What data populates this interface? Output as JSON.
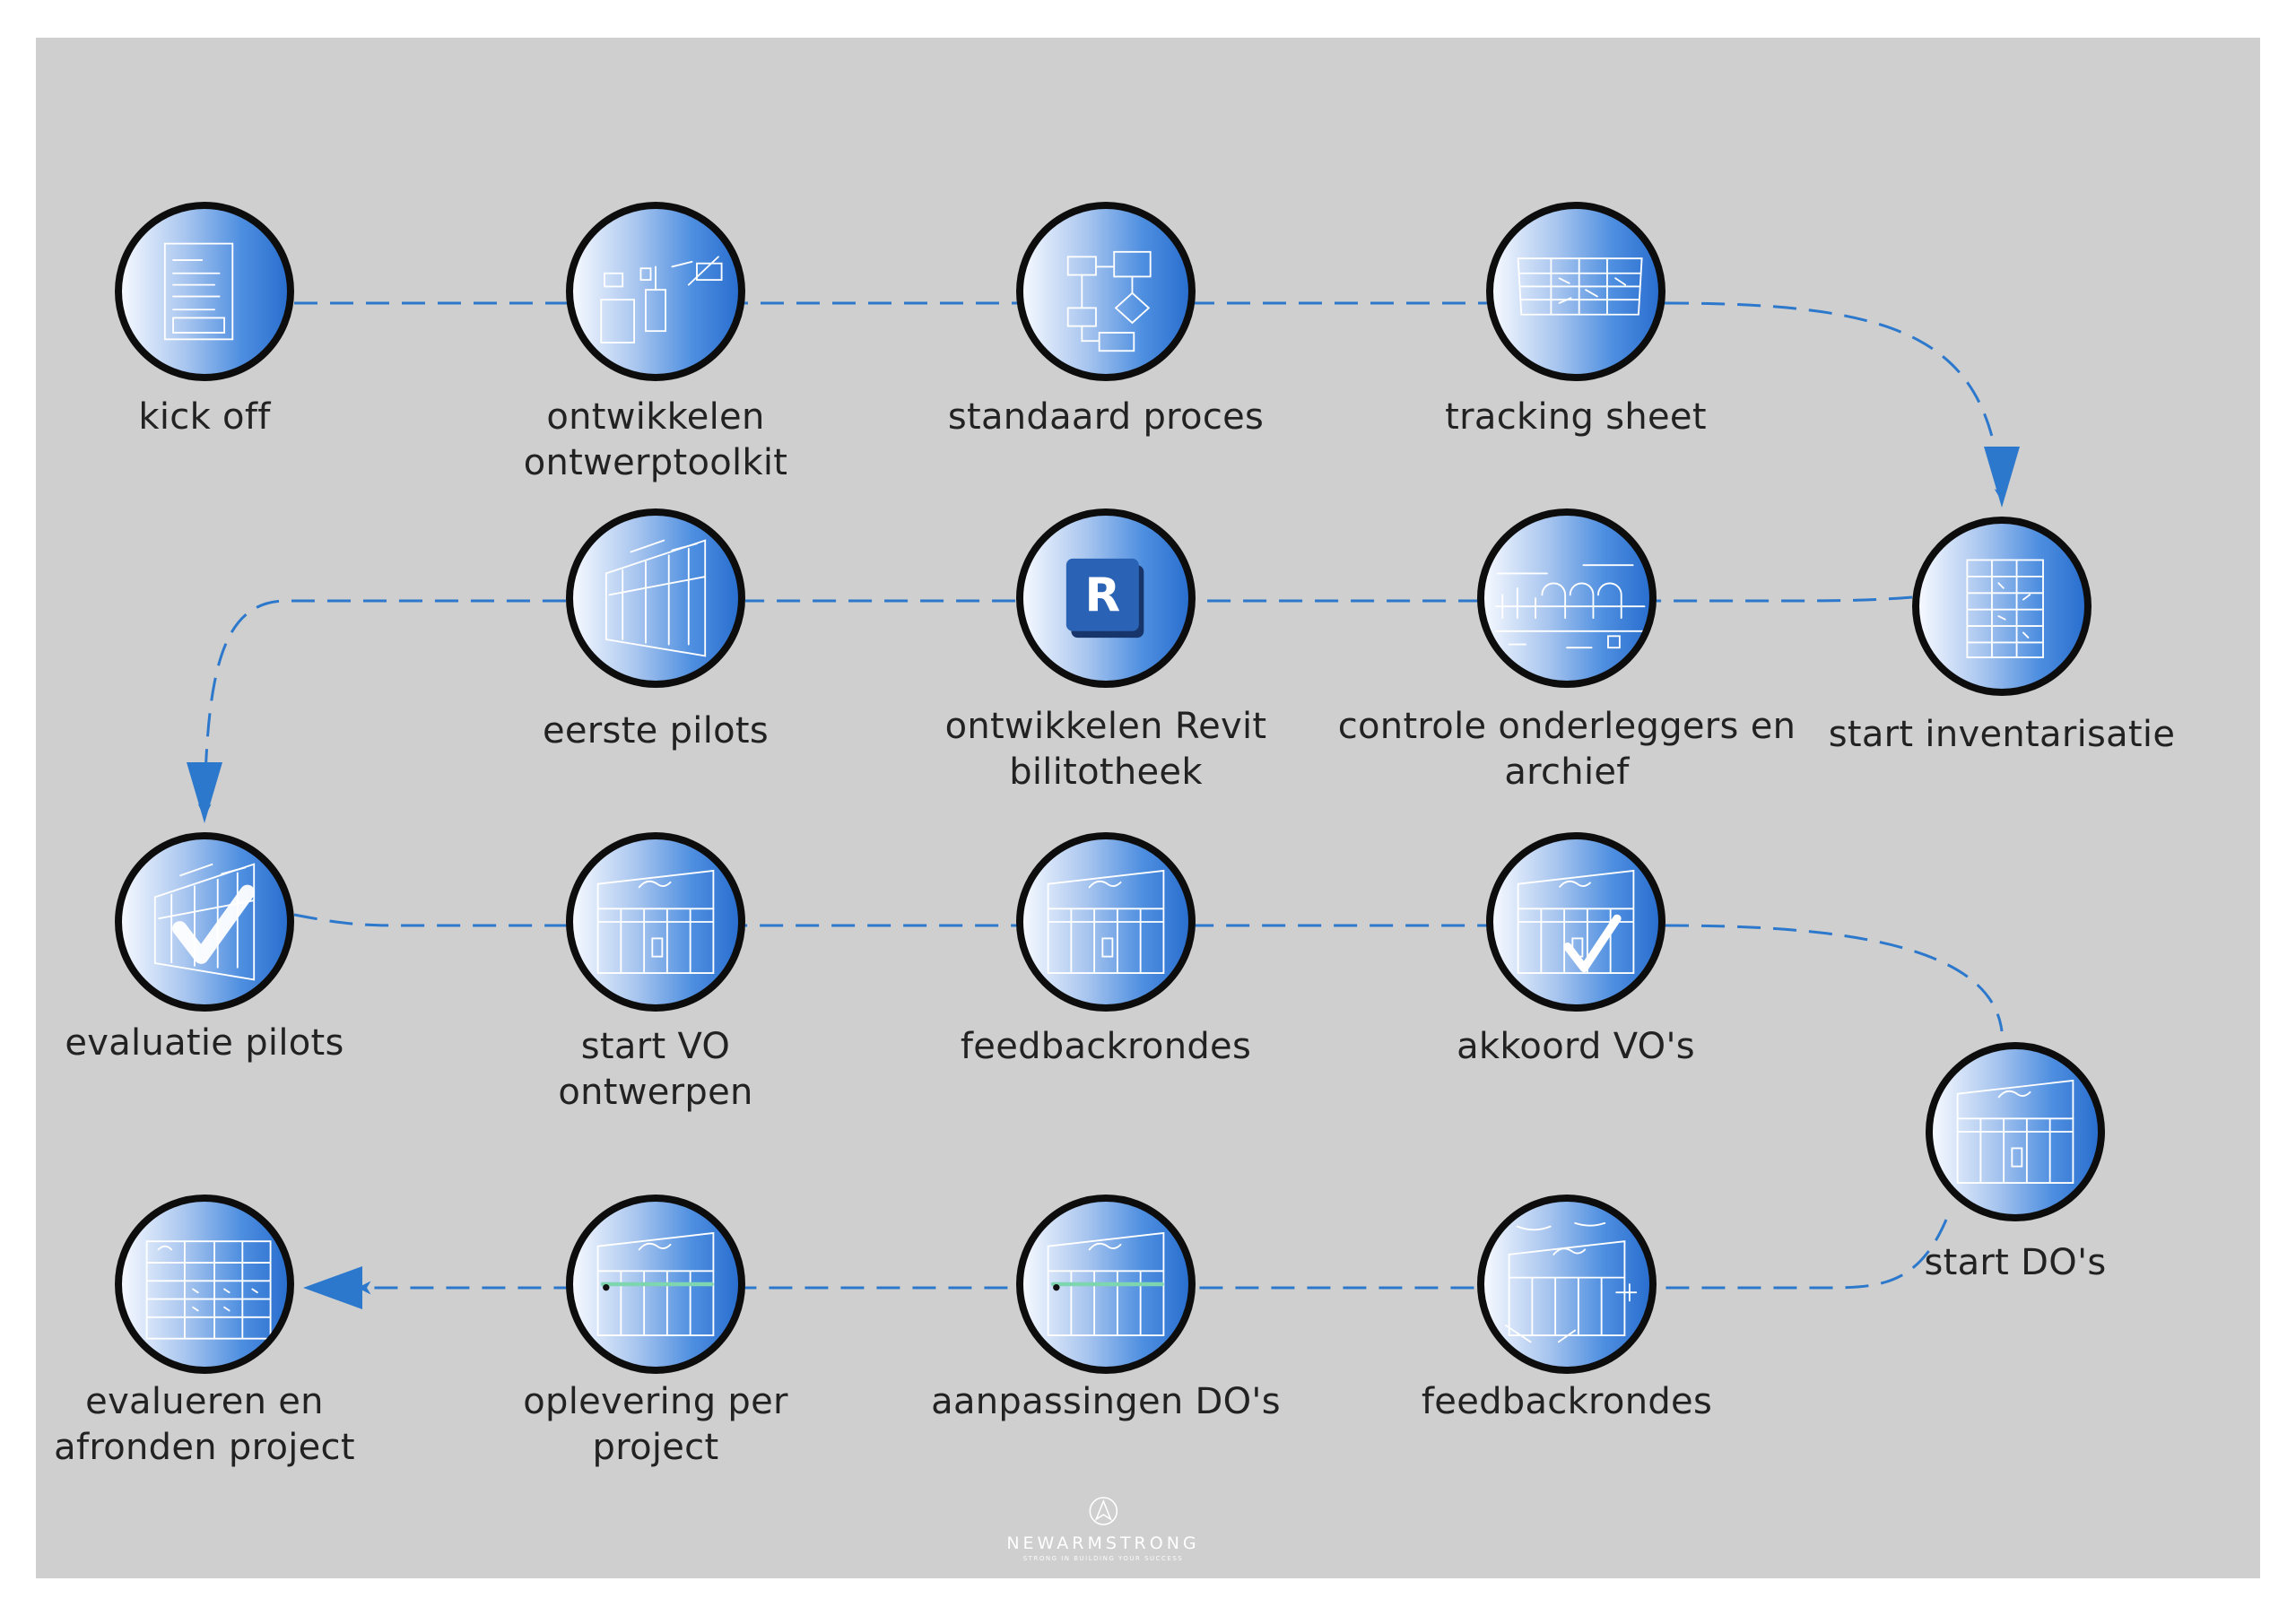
{
  "brand": {
    "name": "NEWARMSTRONG",
    "tagline": "STRONG IN BUILDING YOUR SUCCESS"
  },
  "colors": {
    "connector": "#2c78cc",
    "board": "#cfcfcf",
    "ring": "#0d0d0d"
  },
  "steps": [
    {
      "id": "kick-off",
      "lines": [
        "kick off"
      ],
      "icon": "document-sketch-icon"
    },
    {
      "id": "ontwikkelen-ontwerptoolkit",
      "lines": [
        "ontwikkelen",
        "ontwerptoolkit"
      ],
      "icon": "toolkit-sketch-icon"
    },
    {
      "id": "standaard-proces",
      "lines": [
        "standaard proces"
      ],
      "icon": "flowchart-sketch-icon"
    },
    {
      "id": "tracking-sheet",
      "lines": [
        "tracking sheet"
      ],
      "icon": "spreadsheet-sketch-icon"
    },
    {
      "id": "start-inventarisatie",
      "lines": [
        "start inventarisatie"
      ],
      "icon": "checklist-sketch-icon"
    },
    {
      "id": "controle-onderleggers",
      "lines": [
        "controle onderleggers en",
        "archief"
      ],
      "icon": "blueprint-sketch-icon"
    },
    {
      "id": "ontwikkelen-revit",
      "lines": [
        "ontwikkelen Revit",
        "bilitotheek"
      ],
      "icon": "revit-icon",
      "icon_text": "R"
    },
    {
      "id": "eerste-pilots",
      "lines": [
        "eerste pilots"
      ],
      "icon": "facade-perspective-sketch-icon"
    },
    {
      "id": "evaluatie-pilots",
      "lines": [
        "evaluatie pilots"
      ],
      "icon": "facade-checkmark-icon"
    },
    {
      "id": "start-vo",
      "lines": [
        "start VO",
        "ontwerpen"
      ],
      "icon": "storefront-sketch-icon"
    },
    {
      "id": "feedbackrondes-vo",
      "lines": [
        "feedbackrondes"
      ],
      "icon": "storefront-sketch-icon"
    },
    {
      "id": "akkoord-vo",
      "lines": [
        "akkoord VO's"
      ],
      "icon": "storefront-checkmark-icon"
    },
    {
      "id": "start-do",
      "lines": [
        "start DO's"
      ],
      "icon": "storefront-sketch-icon"
    },
    {
      "id": "feedbackrondes-do",
      "lines": [
        "feedbackrondes"
      ],
      "icon": "storefront-annotated-sketch-icon"
    },
    {
      "id": "aanpassingen-do",
      "lines": [
        "aanpassingen DO's"
      ],
      "icon": "storefront-green-sketch-icon"
    },
    {
      "id": "oplevering",
      "lines": [
        "oplevering per",
        "project"
      ],
      "icon": "storefront-green-sketch-icon"
    },
    {
      "id": "evalueren-afronden",
      "lines": [
        "evalueren en",
        "afronden project"
      ],
      "icon": "table-sketch-icon"
    }
  ]
}
